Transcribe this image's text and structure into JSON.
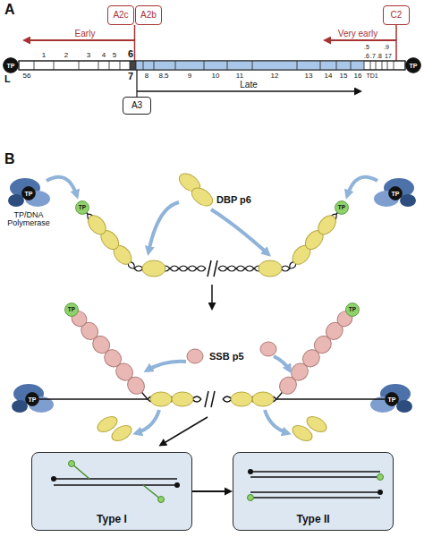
{
  "diagram": {
    "nodes": [
      {
        "text": [
          "A2c"
        ]
      },
      {
        "text": [
          "A2b"
        ]
      },
      {
        "text": [
          "C2"
        ]
      },
      {
        "text": [
          "TP"
        ]
      },
      {
        "text": [
          "TP"
        ]
      },
      {
        "text": [
          "A3"
        ]
      },
      {
        "text": [
          "TP"
        ]
      },
      {
        "text": [
          "TP"
        ]
      },
      {
        "text": [
          "TP"
        ]
      },
      {
        "text": [
          "TP"
        ]
      },
      {
        "text": [
          "TP"
        ]
      },
      {
        "text": [
          "TP"
        ]
      },
      {
        "text": [
          "TP"
        ]
      },
      {
        "text": [
          "TP"
        ]
      },
      {
        "text": [
          "Type I"
        ]
      },
      {
        "text": [
          "Type II"
        ]
      }
    ],
    "edges": [
      {
        "from": 14,
        "to": 15,
        "arrow": "to"
      }
    ],
    "labels": [
      "A",
      "Early",
      "Very early",
      "1",
      "2",
      "3",
      "4",
      "5",
      "6",
      ".5",
      ".9",
      ".6",
      ".7",
      ".8",
      "17",
      "L",
      "56",
      "7",
      "8",
      "8.5",
      "9",
      "10",
      "11",
      "12",
      "13",
      "14",
      "15",
      "16",
      "TD1",
      "Late",
      "B",
      "TP/DNA Polymerase",
      "DBP p6",
      "SSB p5"
    ]
  }
}
